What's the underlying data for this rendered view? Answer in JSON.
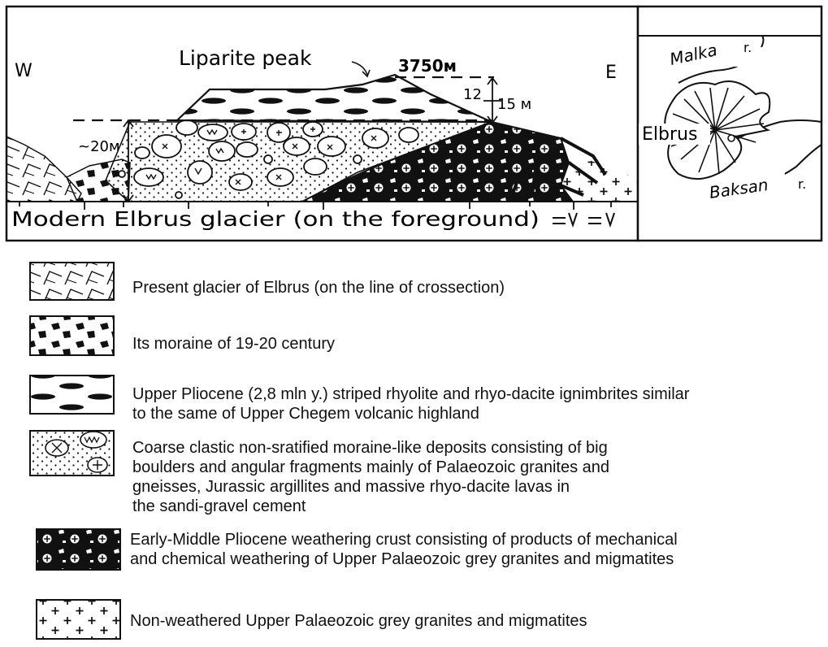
{
  "section": {
    "west_label": "W",
    "east_label": "E",
    "peak_label": "Liparite peak",
    "elevation_label": "3750м",
    "thickness_top_label": "12",
    "thickness_bottom_label": "15 м",
    "left_thickness_label": "~20м",
    "glacier_caption": "Modern Elbrus glacier (on the foreground)"
  },
  "inset_map": {
    "river_north": "Malka",
    "river_north_suffix": "r.",
    "mountain": "Elbrus",
    "river_south": "Baksan",
    "river_south_suffix": "r."
  },
  "legend": [
    {
      "pattern": "glacier-ice",
      "text": "Present glacier of Elbrus (on the line of crossection)"
    },
    {
      "pattern": "moraine-blocks",
      "text": "Its moraine of 19-20 century"
    },
    {
      "pattern": "ignimbrite-stripes",
      "text": "Upper Pliocene (2,8 mln y.) striped rhyolite and rhyo-dacite ignimbrites similar to the same of Upper Chegem volcanic highland"
    },
    {
      "pattern": "clastic-deposits",
      "text": "Coarse clastic non-sratified moraine-like deposits consisting of big boulders and angular fragments mainly of Palaeozoic granites and gneisses, Jurassic argillites and massive rhyo-dacite lavas in the sandi-gravel cement"
    },
    {
      "pattern": "weathering-crust",
      "text": "Early-Middle Pliocene weathering crust consisting of products of mechanical and chemical weathering of Upper Palaeozoic grey granites and migmatites"
    },
    {
      "pattern": "granite-crosses",
      "text": "Non-weathered Upper Palaeozoic grey granites and migmatites"
    }
  ]
}
